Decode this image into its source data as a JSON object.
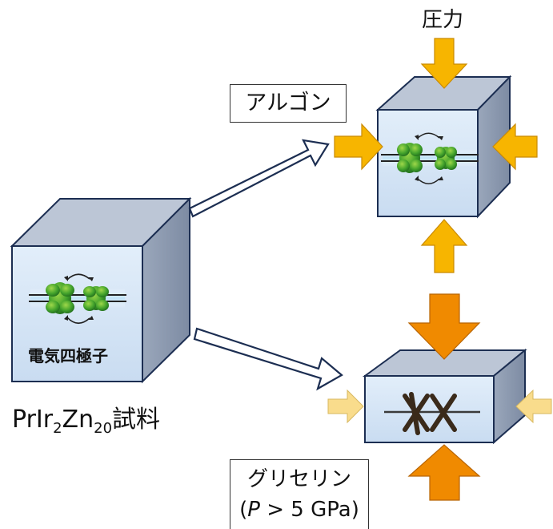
{
  "labels": {
    "pressure": "圧力",
    "argon": "アルゴン",
    "quadrupole": "電気四極子",
    "sample_pre": "PrIr",
    "sample_sub1": "2",
    "sample_mid": "Zn",
    "sample_sub2": "20",
    "sample_post": "試料",
    "glycerin_line1": "グリセリン",
    "glycerin_line2_open": "(",
    "glycerin_line2_p": "P",
    "glycerin_line2_rest": " > 5 GPa)"
  },
  "colors": {
    "cube_front": "#d6e6f7",
    "cube_top": "#bcc6d6",
    "cube_side": "#8f9db3",
    "cube_edge": "#1c2e52",
    "arrow_orange_light": "#f7b500",
    "arrow_orange_dark": "#f08a00",
    "arrow_pale": "#f9dc8c",
    "orbital_green": "#3f9e2a"
  }
}
